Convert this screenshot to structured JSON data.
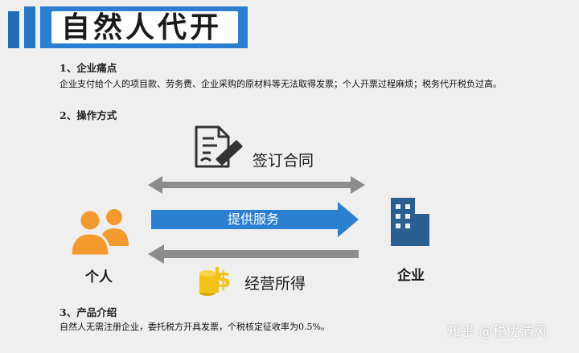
{
  "title": "自然人代开",
  "section1": {
    "heading": "1、企业痛点",
    "body": "企业支付给个人的项目款、劳务费、企业采购的原材料等无法取得发票；个人开票过程麻烦；税务代开税负过高。"
  },
  "section2": {
    "heading": "2、操作方式"
  },
  "diagram": {
    "sign_contract": "签订合同",
    "provide_service": "提供服务",
    "business_income": "经营所得",
    "individual": "个人",
    "enterprise": "企业"
  },
  "section3": {
    "heading": "3、产品介绍",
    "body": "自然人无需注册企业，委托税方开具发票，个税核定征收率为0.5%。"
  },
  "watermark": "知乎 @税优清风",
  "colors": {
    "blue": "#2b7fd0",
    "gray_arrow": "#8c8c8c",
    "orange": "#f39a2f",
    "building": "#2a5f92",
    "coin": "#f2c21b"
  }
}
